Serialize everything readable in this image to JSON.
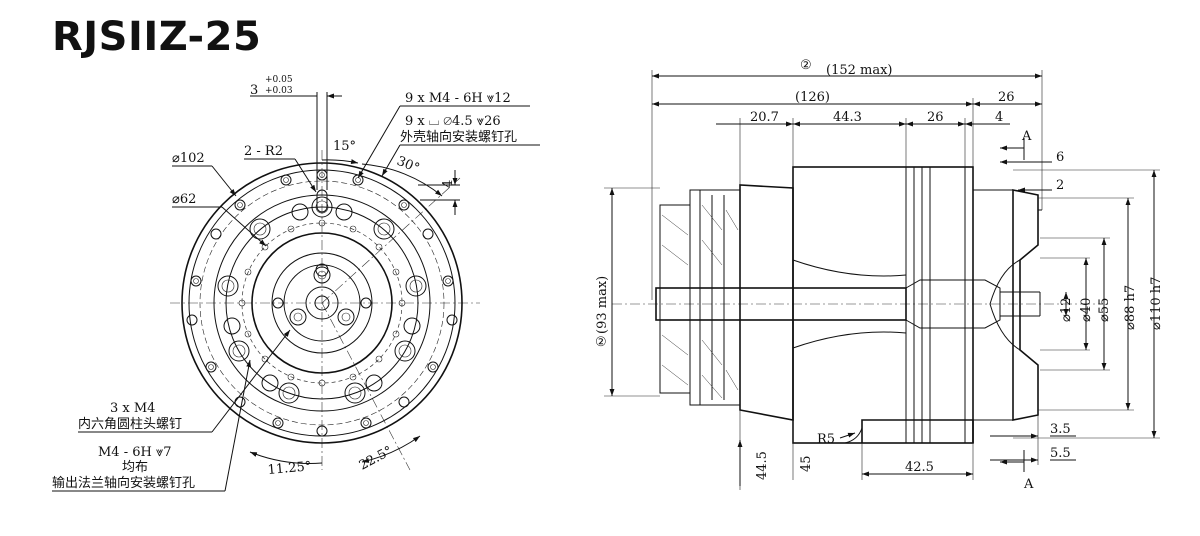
{
  "title": "RJSIIZ-25",
  "front_view": {
    "tol_upper": "+0.05",
    "tol_lower": "+0.03",
    "dim_3": "3",
    "thread_9x": "9 x M4 - 6H ⩔12",
    "cbore_9x": "9 x ⌴ ⌀4.5 ⩔26",
    "shell_note": "外壳轴向安装螺钉孔",
    "dia_102": "⌀102",
    "dia_62": "⌀62",
    "r2": "2 - R2",
    "ang_15": "15°",
    "ang_30": "30°",
    "dim_4": "4",
    "screws_3x": "3 x M4",
    "screw_note": "内六角圆柱头螺钉",
    "m4_thread": "M4 - 6H ⩔7",
    "even_note": "均布",
    "flange_note": "输出法兰轴向安装螺钉孔",
    "ang_1125": "11.25°",
    "ang_225": "22.5°"
  },
  "side_view": {
    "circle_2": "②",
    "len_152": "(152 max)",
    "len_126": "(126)",
    "len_26a": "26",
    "len_207": "20.7",
    "len_443": "44.3",
    "len_26b": "26",
    "len_4": "4",
    "sec_a": "A",
    "len_6": "6",
    "len_2": "2",
    "height_93": "(93 max)",
    "dia_12": "⌀12",
    "dia_40": "⌀40",
    "dia_55": "⌀55",
    "dia_88": "⌀88 h7",
    "dia_110": "⌀110 h7",
    "r5": "R5",
    "len_445": "44.5",
    "len_45": "45",
    "len_425": "42.5",
    "len_35": "3.5",
    "len_55": "5.5"
  }
}
